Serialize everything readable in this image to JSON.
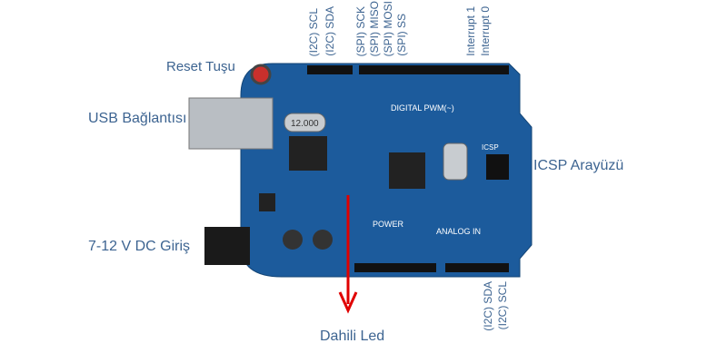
{
  "labels": {
    "reset": "Reset Tuşu",
    "usb": "USB Bağlantısı",
    "dc": "7-12 V DC Giriş",
    "icsp": "ICSP Arayüzü",
    "led": "Dahili Led"
  },
  "top_pins": {
    "i2c_scl": "(I2C) SCL",
    "i2c_sda": "(I2C) SDA",
    "spi_sck": "(SPI) SCK",
    "spi_miso": "(SPI) MISO",
    "spi_mosi": "(SPI) MOSI",
    "spi_ss": "(SPI) SS",
    "int1": "Interrupt 1",
    "int0": "Interrupt 0"
  },
  "bottom_pins": {
    "i2c_sda": "(I2C) SDA",
    "i2c_scl": "(I2C) SCL"
  },
  "board_text": {
    "digital": "DIGITAL PWM(~)",
    "power": "POWER",
    "analog": "ANALOG IN",
    "crystal": "12.000",
    "icsp": "ICSP"
  },
  "colors": {
    "board": "#1c5b9c",
    "label": "#3d6491",
    "arrow": "#e00000"
  }
}
